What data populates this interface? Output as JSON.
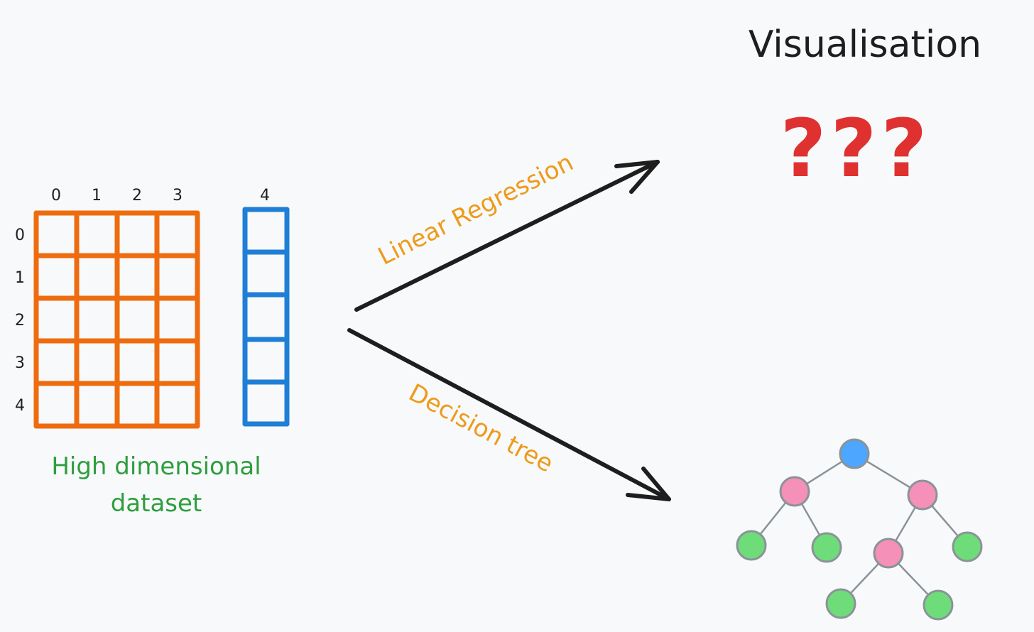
{
  "title": "Visualisation",
  "question_marks": "???",
  "dataset": {
    "label_line1": "High dimensional",
    "label_line2": "dataset",
    "column_labels": [
      "0",
      "1",
      "2",
      "3"
    ],
    "target_column_label": "4",
    "row_labels": [
      "0",
      "1",
      "2",
      "3",
      "4"
    ]
  },
  "arrows": {
    "upper_label": "Linear Regression",
    "lower_label": "Decision tree"
  },
  "colors": {
    "grid": "#ee6c0f",
    "target_column": "#1f7fd6",
    "dataset_label": "#2e9e3e",
    "arrow_label": "#ee9a1a",
    "question_marks": "#e03131",
    "arrow": "#1e1e1e",
    "tree_root": "#4da6ff",
    "tree_internal": "#f590b8",
    "tree_leaf": "#6fdc7a",
    "tree_edge": "#8a9399"
  },
  "tree_icon": "decision-tree-icon"
}
